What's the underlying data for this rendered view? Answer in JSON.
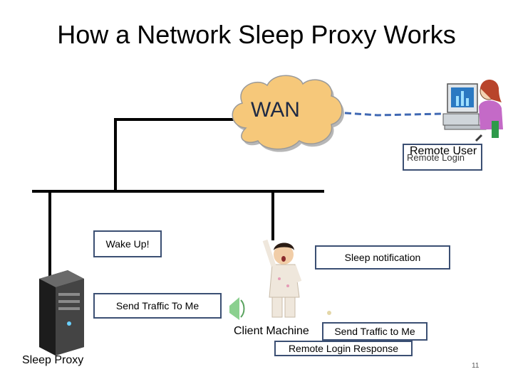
{
  "title": "How a Network Sleep Proxy Works",
  "wan_label": "WAN",
  "remote_user_label": "Remote User",
  "remote_user_overlap_label": "Remote Login",
  "wake_up_label": "Wake Up!",
  "sleep_notification_label": "Sleep notification",
  "send_traffic_to_me_label": "Send Traffic To Me",
  "client_machine_label": "Client Machine",
  "send_traffic_to_me_client_label": "Send Traffic to Me",
  "remote_login_response_label": "Remote Login Response",
  "sleep_proxy_label": "Sleep Proxy",
  "slide_number": "11",
  "colors": {
    "cloud": "#f6c87a",
    "cloud_stroke": "#9a9a9a",
    "box_border": "#3b4f73",
    "dashed_link": "#3f68b3",
    "lines": "#000000"
  },
  "icons": [
    "cloud-icon",
    "remote-user-computer-icon",
    "server-icon",
    "child-sleeping-icon",
    "speaker-icon"
  ]
}
